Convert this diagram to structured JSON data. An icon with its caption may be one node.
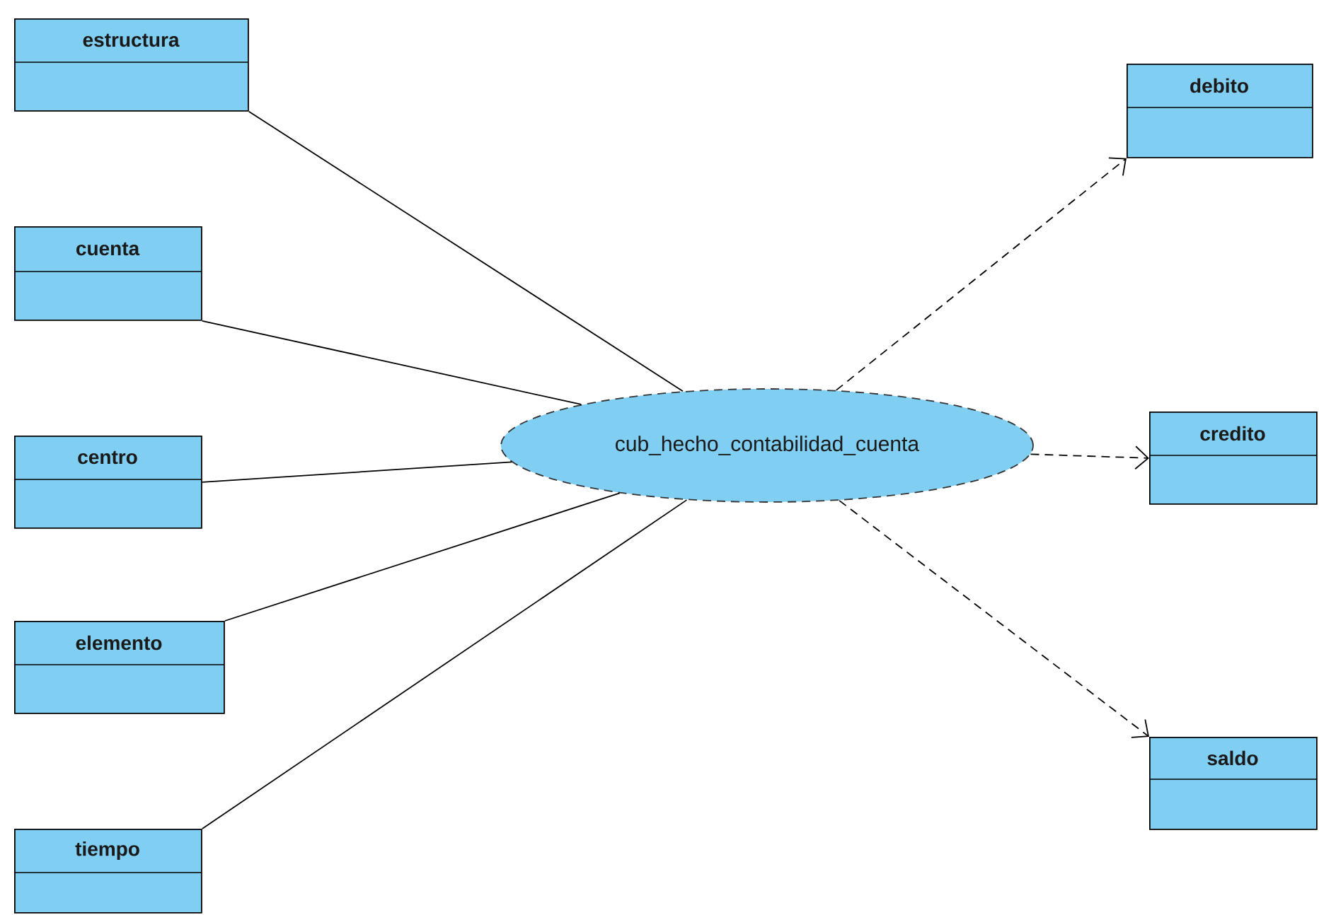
{
  "diagram": {
    "nodes": [
      {
        "text": [
          "estructura"
        ]
      },
      {
        "text": [
          "cuenta"
        ]
      },
      {
        "text": [
          "centro"
        ]
      },
      {
        "text": [
          "elemento"
        ]
      },
      {
        "text": [
          "tiempo"
        ]
      },
      {
        "text": [
          "cub_hecho_contabilidad_cuenta"
        ]
      },
      {
        "text": [
          "debito"
        ]
      },
      {
        "text": [
          "credito"
        ]
      },
      {
        "text": [
          "saldo"
        ]
      }
    ],
    "edges": [
      {
        "from": 0,
        "to": 5,
        "arrow": "none"
      },
      {
        "from": 1,
        "to": 5,
        "arrow": "none"
      },
      {
        "from": 2,
        "to": 5,
        "arrow": "none"
      },
      {
        "from": 3,
        "to": 5,
        "arrow": "none"
      },
      {
        "from": 4,
        "to": 5,
        "arrow": "none"
      },
      {
        "from": 5,
        "to": 6,
        "arrow": "to",
        "style": "dashed"
      },
      {
        "from": 5,
        "to": 7,
        "arrow": "to",
        "style": "dashed"
      },
      {
        "from": 5,
        "to": 8,
        "arrow": "to",
        "style": "dashed"
      }
    ]
  }
}
